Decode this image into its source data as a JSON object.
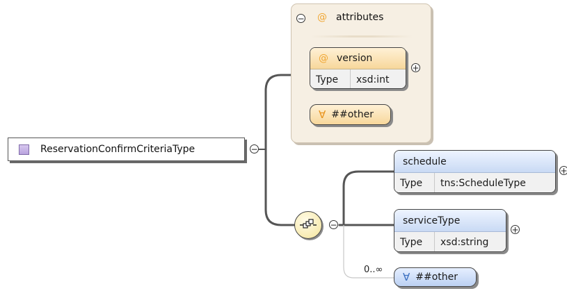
{
  "root": {
    "label": "ReservationConfirmCriteriaType"
  },
  "attributes": {
    "title": "attributes",
    "at_symbol": "@",
    "items": [
      {
        "name": "version",
        "type_key": "Type",
        "type_value": "xsd:int"
      }
    ],
    "wildcard": {
      "symbol": "∀",
      "label": "##other"
    }
  },
  "sequence": {
    "elements": [
      {
        "name": "schedule",
        "type_key": "Type",
        "type_value": "tns:ScheduleType"
      },
      {
        "name": "serviceType",
        "type_key": "Type",
        "type_value": "xsd:string"
      }
    ],
    "wildcard": {
      "symbol": "∀",
      "label": "##other",
      "occurs": "0..∞"
    }
  },
  "toggles": {
    "collapse": "−",
    "expand": "+"
  },
  "colors": {
    "attribute_accent": "#f0a632",
    "element_header": "#c9daf4",
    "attribute_header": "#f7d79b",
    "attributes_panel": "#f6efe3",
    "compositor": "#f4e49a",
    "connector": "#555555"
  }
}
